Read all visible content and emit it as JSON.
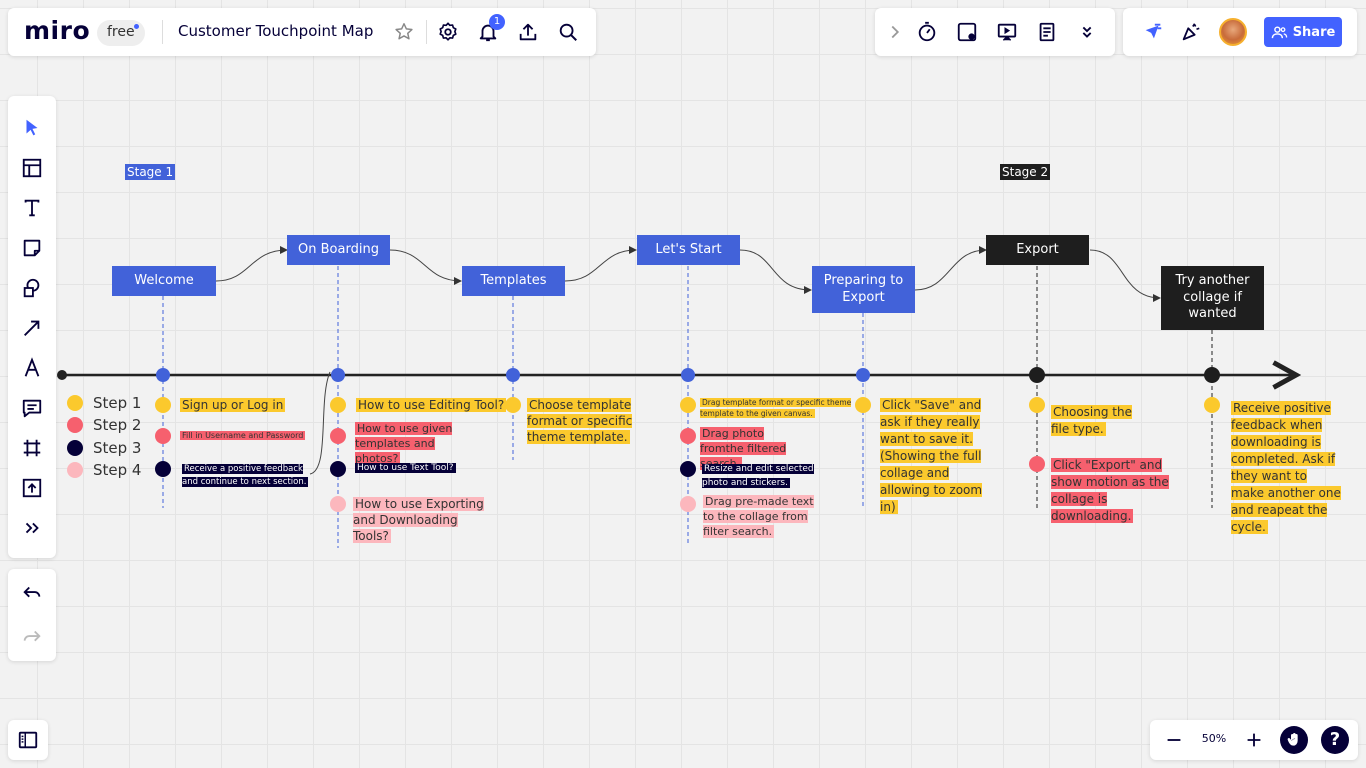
{
  "topbar": {
    "logo": "miro",
    "plan_badge": "free",
    "board_title": "Customer Touchpoint Map",
    "notification_count": "1",
    "share_label": "Share"
  },
  "zoom": {
    "level": "50%"
  },
  "colors": {
    "blue": "#4262d9",
    "black": "#1e1e1e",
    "yellow": "#fbc92d",
    "red": "#f6606e",
    "navy": "#050038",
    "pink": "#fcb7bd"
  },
  "legend": [
    {
      "label": "Step 1",
      "color": "#fbc92d"
    },
    {
      "label": "Step 2",
      "color": "#f6606e"
    },
    {
      "label": "Step 3",
      "color": "#050038"
    },
    {
      "label": "Step 4",
      "color": "#fcb7bd"
    }
  ],
  "stages": [
    "Stage 1",
    "Stage 2"
  ],
  "boxes": [
    "Welcome",
    "On Boarding",
    "Templates",
    "Let's Start",
    "Preparing to Export",
    "Export",
    "Try another collage if wanted"
  ],
  "notes": {
    "welcome_1": "Sign up or Log in",
    "welcome_2": "Fill in Username and Password",
    "welcome_3": "Receive a positive feedback and continue to next section.",
    "onboarding_1": "How to use Editing Tool?",
    "onboarding_2": "How to use given templates and photos?",
    "onboarding_3": "How to use Text Tool?",
    "onboarding_4": "How to use Exporting and Downloading Tools?",
    "templates_1": "Choose template format or specific theme template.",
    "letsstart_1": "Drag template format or specific theme template to the given canvas.",
    "letsstart_2": "Drag photo fromthe filtered search.",
    "letsstart_3": "Resize and edit selected photo and stickers.",
    "letsstart_4": "Drag pre-made text to the collage from filter search.",
    "preparing_1": "Click \"Save\" and ask if they really want to save it. (Showing the full collage and allowing to zoom in)",
    "export_1": "Choosing the file type.",
    "export_2": "Click \"Export\" and show motion as the collage is downloading.",
    "tryagain_1": "Receive positive feedback when downloading is completed. Ask if they want to make another one and reapeat the cycle."
  }
}
